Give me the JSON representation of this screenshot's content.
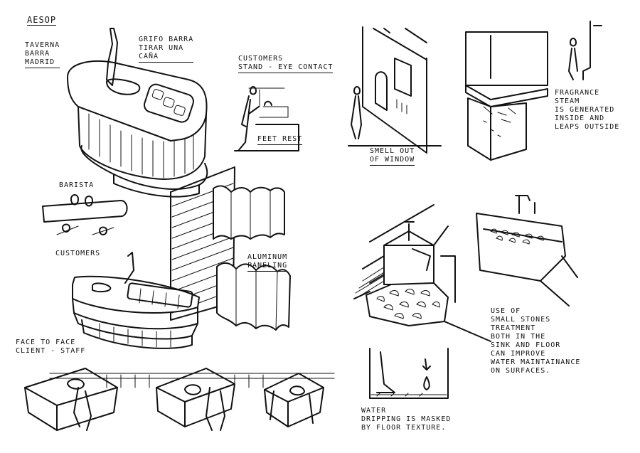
{
  "labels": {
    "project": "AESOP",
    "subtitle": "TAVERNA\nBARRA\nMADRID",
    "tap": "GRIFO BARRA\nTIRAR UNA\nCAÑA",
    "customers_stand": "CUSTOMERS\nSTAND - EYE CONTACT",
    "feet_rest": "FEET REST",
    "barista": "BARISTA",
    "customers": "CUSTOMERS",
    "aluminum": "ALUMINUM\nPANELING",
    "face_to_face": "FACE TO FACE\nCLIENT - STAFF",
    "smell": "SMELL OUT\nOF WINDOW",
    "steam": "FRAGRANCE\nSTEAM\nIS GENERATED\nINSIDE AND\nLEAPS OUTSIDE",
    "stones": "USE OF\nSMALL STONES\nTREATMENT\nBOTH IN THE\nSINK AND FLOOR\nCAN IMPROVE\nWATER MAINTAINANCE\nON SURFACES.",
    "water": "WATER\nDRIPPING IS MASKED\nBY FLOOR TEXTURE."
  }
}
